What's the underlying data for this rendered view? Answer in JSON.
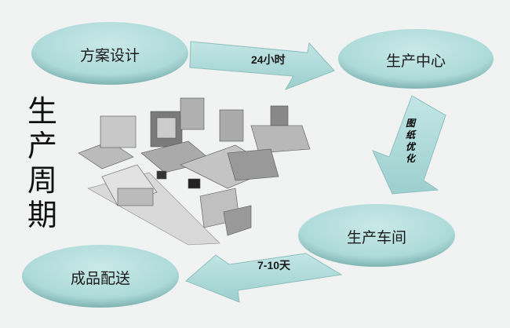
{
  "title": "生产周期",
  "nodes": {
    "design": "方案设计",
    "center": "生产中心",
    "workshop": "生产车间",
    "delivery": "成品配送"
  },
  "arrows": {
    "design_to_center": "24小时",
    "center_to_workshop": [
      "图",
      "纸",
      "优",
      "化"
    ],
    "workshop_to_delivery": "7-10天"
  },
  "colors": {
    "node_fill": "#b5dedd",
    "arrow_fill": "#b6e0df",
    "background": "#f1f2f2"
  }
}
